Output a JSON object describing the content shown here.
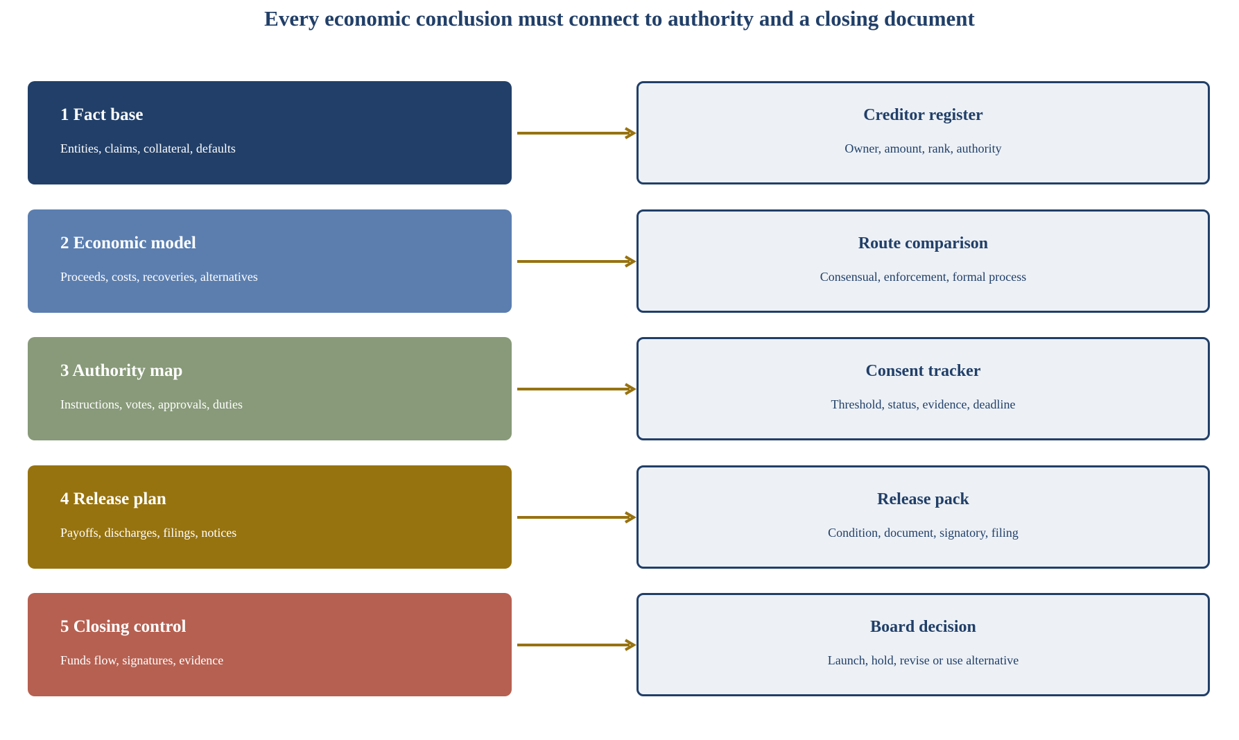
{
  "title": "Every economic conclusion must connect to authority and a closing document",
  "colors": {
    "title": "#213f68",
    "arrow": "#977210",
    "right_fill": "#edf1f6",
    "right_border": "#213f68"
  },
  "rows": [
    {
      "left": {
        "title": "1 Fact base",
        "subtitle": "Entities, claims, collateral, defaults",
        "color": "#213f68"
      },
      "right": {
        "title": "Creditor register",
        "subtitle": "Owner, amount, rank, authority"
      }
    },
    {
      "left": {
        "title": "2 Economic model",
        "subtitle": "Proceeds, costs, recoveries, alternatives",
        "color": "#5b7eaf"
      },
      "right": {
        "title": "Route comparison",
        "subtitle": "Consensual, enforcement, formal process"
      }
    },
    {
      "left": {
        "title": "3 Authority map",
        "subtitle": "Instructions, votes, approvals, duties",
        "color": "#889a79"
      },
      "right": {
        "title": "Consent tracker",
        "subtitle": "Threshold, status, evidence, deadline"
      }
    },
    {
      "left": {
        "title": "4 Release plan",
        "subtitle": "Payoffs, discharges, filings, notices",
        "color": "#97730f"
      },
      "right": {
        "title": "Release pack",
        "subtitle": "Condition, document, signatory, filing"
      }
    },
    {
      "left": {
        "title": "5 Closing control",
        "subtitle": "Funds flow, signatures, evidence",
        "color": "#b66051"
      },
      "right": {
        "title": "Board decision",
        "subtitle": "Launch, hold, revise or use alternative"
      }
    }
  ]
}
